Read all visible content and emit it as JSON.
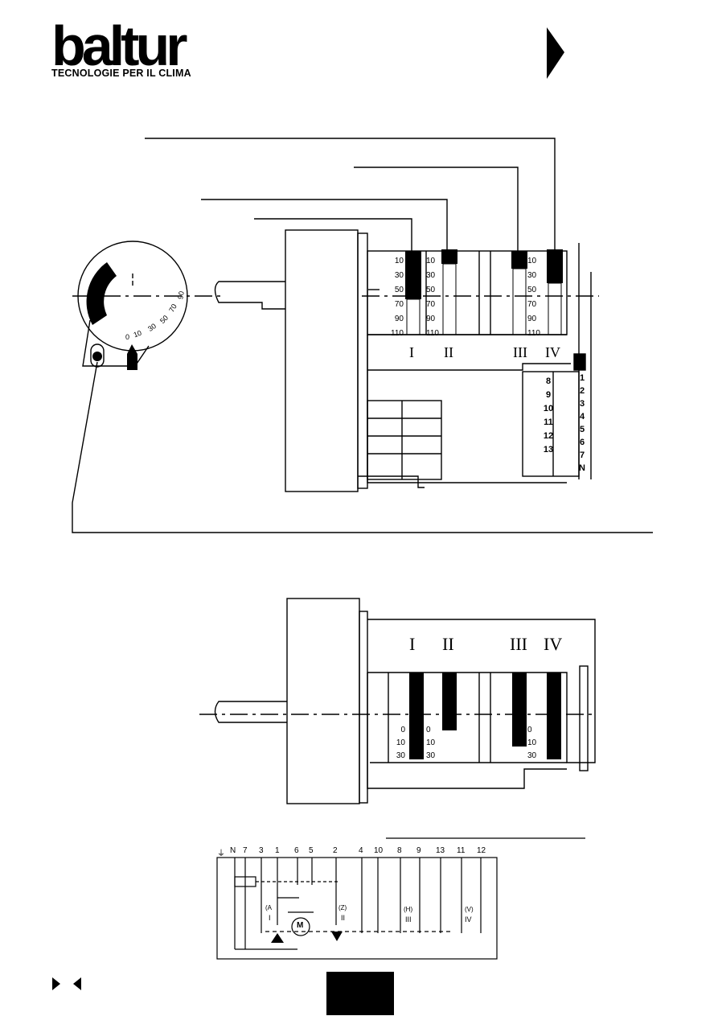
{
  "header": {
    "logo_text": "baltur",
    "tagline": "TECNOLOGIE PER IL CLIMA"
  },
  "dial": {
    "ticks": [
      "0",
      "10",
      "30",
      "50",
      "70",
      "90"
    ]
  },
  "upper_scale": {
    "ticks": [
      "10",
      "30",
      "50",
      "70",
      "90",
      "110"
    ]
  },
  "cam_labels": {
    "cam1": "I",
    "cam2": "II",
    "cam3": "III",
    "cam4": "IV"
  },
  "terminals_right": [
    "1",
    "2",
    "3",
    "4",
    "5",
    "6",
    "7",
    "N"
  ],
  "terminals_left": [
    "8",
    "9",
    "10",
    "11",
    "12",
    "13"
  ],
  "lower_scale": {
    "ticks": [
      "0",
      "10",
      "30"
    ]
  },
  "wiring": {
    "terminals": [
      "N",
      "7",
      "3",
      "1",
      "6",
      "5",
      "2",
      "4",
      "10",
      "8",
      "9",
      "13",
      "11",
      "12"
    ],
    "switch_labels": {
      "a_letter": "(A",
      "a_roman": "I",
      "z_letter": "(Z)",
      "z_roman": "II",
      "h_letter": "(H)",
      "h_roman": "III",
      "v_letter": "(V)",
      "v_roman": "IV"
    },
    "motor_label": "M"
  },
  "footer": {
    "page_box_text": ""
  },
  "icons": {
    "next_page": "triangle-right-icon",
    "nav_next": "triangle-right-icon",
    "nav_prev": "triangle-left-icon",
    "ground": "ground-icon"
  }
}
